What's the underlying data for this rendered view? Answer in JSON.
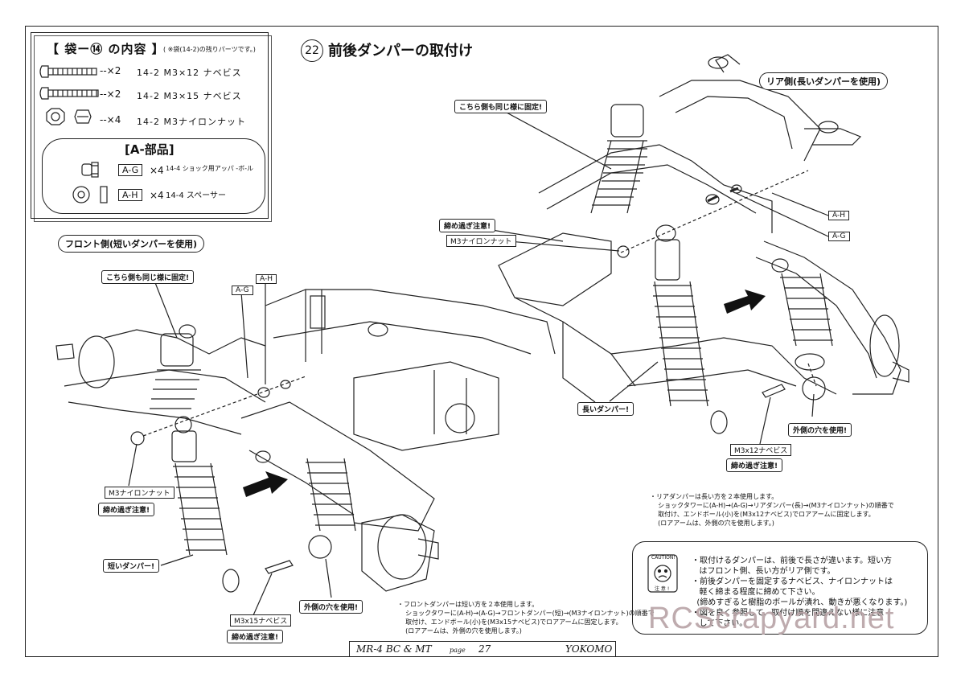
{
  "parts_list": {
    "title": "【 袋ー⑭ の内容 】",
    "note": "( ※袋(14-2)の残りパーツです。)",
    "items": [
      {
        "qty": "--×2",
        "spec": "14-2 M3×12 ナベビス",
        "icon": "screw-short-icon"
      },
      {
        "qty": "--×2",
        "spec": "14-2 M3×15 ナベビス",
        "icon": "screw-long-icon"
      },
      {
        "qty": "--×4",
        "spec": "14-2 M3ナイロンナット",
        "icon": "nylon-nut-icon"
      }
    ],
    "sub_title": "[A-部品]",
    "sub_items": [
      {
        "code": "A-G",
        "qty": "×4",
        "spec": "14-4 ショック用アッパ -ボ-ル"
      },
      {
        "code": "A-H",
        "qty": "×4",
        "spec": "14-4 スペーサー"
      }
    ]
  },
  "step": {
    "number": "22",
    "title": "前後ダンパーの取付け"
  },
  "rear": {
    "heading": "リア側(長いダンパーを使用)",
    "labels": {
      "same_side": "こちら側も同じ様に固定!",
      "no_overtighten": "締め過ぎ注意!",
      "nylon_nut": "M3ナイロンナット",
      "long_damper": "長いダンパー!",
      "outer_hole": "外側の穴を使用!",
      "screw": "M3x12ナベビス",
      "no_overtighten2": "締め過ぎ注意!",
      "ah": "A-H",
      "ag": "A-G"
    },
    "note": "・リアダンパーは長い方を２本使用します。\n    ショックタワーに(A-H)→(A-G)→リアダンパー(長)→(M3ナイロンナット)の順番で\n    取付け、エンドボール(小)を(M3x12ナベビス)でロアアームに固定します。\n    (ロアアームは、外側の穴を使用します。)"
  },
  "front": {
    "heading": "フロント側(短いダンパーを使用)",
    "labels": {
      "same_side": "こちら側も同じ様に固定!",
      "ag": "A-G",
      "ah": "A-H",
      "nylon_nut": "M3ナイロンナット",
      "no_overtighten": "締め過ぎ注意!",
      "short_damper": "短いダンパー!",
      "outer_hole": "外側の穴を使用!",
      "screw": "M3x15ナベビス",
      "no_overtighten2": "締め過ぎ注意!"
    },
    "note": "・フロントダンパーは短い方を２本使用します。\n    ショックタワーに(A-H)→(A-G)→フロントダンパー(短)→(M3ナイロンナット)の順番で\n    取付け、エンドボール(小)を(M3x15ナベビス)でロアアームに固定します。\n    (ロアアームは、外側の穴を使用します。)"
  },
  "caution": {
    "icon_text_top": "CAUTION!",
    "icon_text_bottom": "注 意 !",
    "text": "・取付けるダンパーは、前後で長さが違います。短い方\n   はフロント側、長い方がリア側です。\n・前後ダンパーを固定するナベビス、ナイロンナットは\n   軽く締まる程度に締めて下さい。\n  (締めすぎると樹脂のボールが潰れ、動きが悪くなります。)\n・図を良く参照して、取付け順を間違えない様に注意\n   して下さい。"
  },
  "footer": {
    "model": "MR-4 BC & MT",
    "page_label": "page",
    "page": "27",
    "brand": "YOKOMO"
  },
  "watermark": "RCScrapyard.net"
}
